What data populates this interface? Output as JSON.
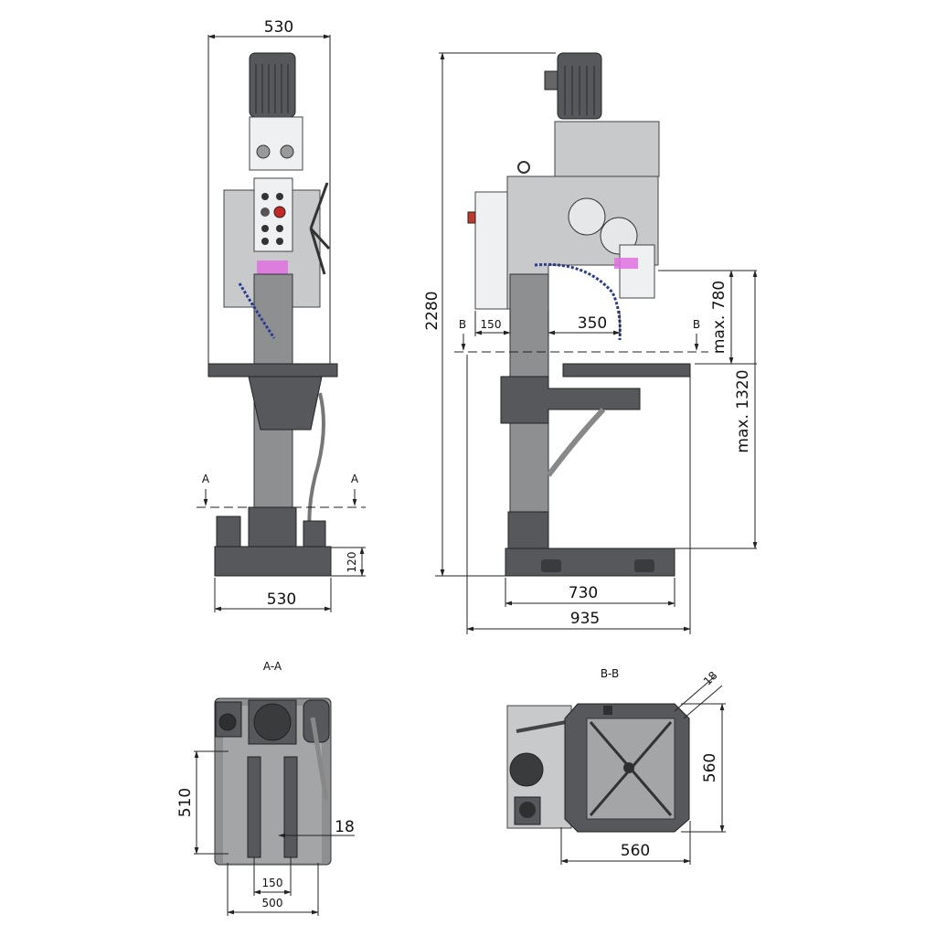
{
  "front_view": {
    "top_width": "530",
    "base_width": "530",
    "base_height": "120",
    "section_mark": "A"
  },
  "side_view": {
    "total_height": "2280",
    "offset_150": "150",
    "throat_350": "350",
    "spindle_travel": "max. 780",
    "table_height": "max. 1320",
    "base_depth": "730",
    "overall_depth": "935",
    "section_mark": "B"
  },
  "section_aa": {
    "title": "A-A",
    "slot_spacing_length": "510",
    "slot_width": "18",
    "slot_distance": "150",
    "base_width": "500"
  },
  "section_bb": {
    "title": "B-B",
    "slot_width": "18",
    "table_depth": "560",
    "table_width": "560"
  },
  "colors": {
    "body": "#8e8f91",
    "dark": "#56585b",
    "light": "#c7c9cb",
    "coolant_hose": "#2a3b8f",
    "accent_magenta": "#e070e0",
    "emergency_stop": "#c62828"
  }
}
